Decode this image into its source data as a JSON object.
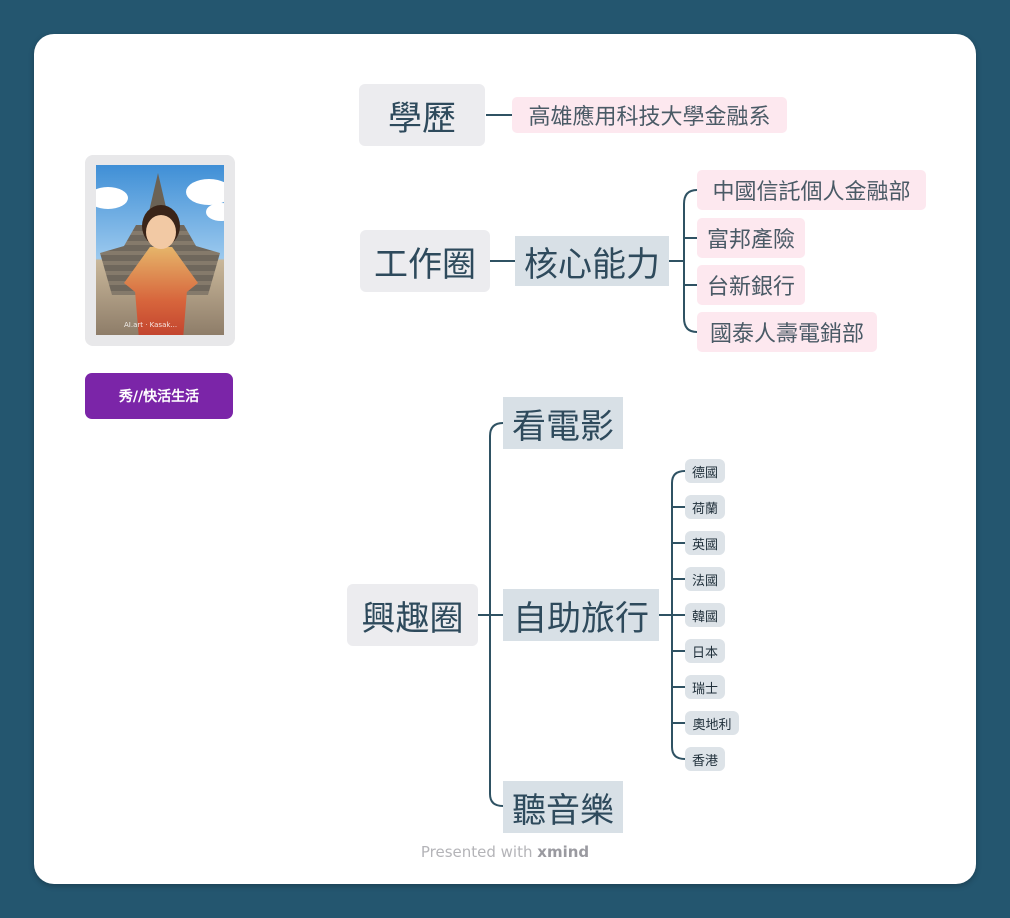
{
  "profile": {
    "image_watermark": "AI.art · Kasak...",
    "button_label": "秀//快活生活"
  },
  "mindmap": {
    "education": {
      "label": "學歷",
      "child": "高雄應用科技大學金融系"
    },
    "work": {
      "label": "工作圈",
      "core": "核心能力",
      "items": [
        "中國信託個人金融部",
        "富邦產險",
        "台新銀行",
        "國泰人壽電銷部"
      ]
    },
    "hobby": {
      "label": "興趣圈",
      "movie": "看電影",
      "travel": "自助旅行",
      "music": "聽音樂",
      "countries": [
        "德國",
        "荷蘭",
        "英國",
        "法國",
        "韓國",
        "日本",
        "瑞士",
        "奧地利",
        "香港"
      ]
    }
  },
  "footer": {
    "presented_with": "Presented with",
    "brand": "xmind"
  },
  "colors": {
    "background": "#24566f",
    "connector": "#2f5263",
    "button": "#7b25a8"
  }
}
